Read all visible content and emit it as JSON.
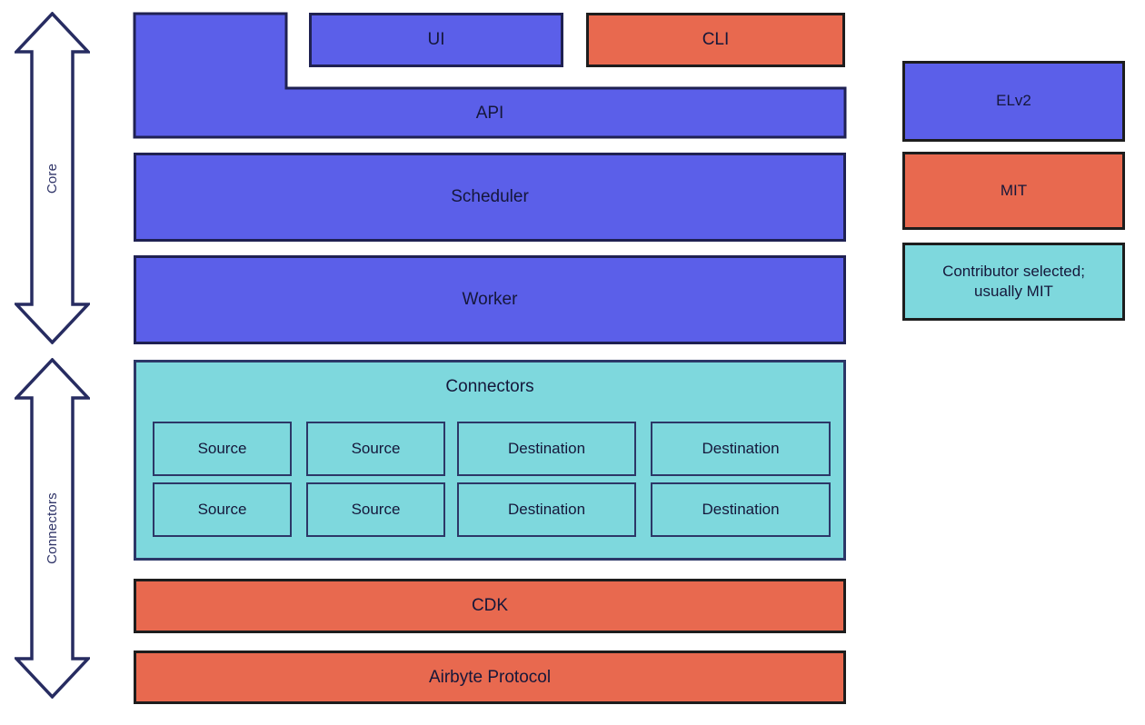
{
  "colors": {
    "blue": "#5b5fe9",
    "blue_border": "#1f2152",
    "orange": "#e8694f",
    "orange_border": "#1d1d1d",
    "teal": "#7ed8dd",
    "teal_border": "#2c3767",
    "arrow_outline": "#272c61",
    "text": "#15173a",
    "background": "#ffffff"
  },
  "arrows": {
    "core": {
      "label": "Core"
    },
    "connectors": {
      "label": "Connectors"
    }
  },
  "stack": {
    "api": {
      "label": "API"
    },
    "ui": {
      "label": "UI"
    },
    "cli": {
      "label": "CLI"
    },
    "scheduler": {
      "label": "Scheduler"
    },
    "worker": {
      "label": "Worker"
    },
    "connectors": {
      "title": "Connectors",
      "cells": [
        [
          "Source",
          "Source",
          "Destination",
          "Destination"
        ],
        [
          "Source",
          "Source",
          "Destination",
          "Destination"
        ]
      ]
    },
    "cdk": {
      "label": "CDK"
    },
    "protocol": {
      "label": "Airbyte Protocol"
    }
  },
  "legend": [
    {
      "label": "ELv2",
      "color": "blue"
    },
    {
      "label": "MIT",
      "color": "orange"
    },
    {
      "label": "Contributor selected; usually MIT",
      "color": "teal"
    }
  ]
}
